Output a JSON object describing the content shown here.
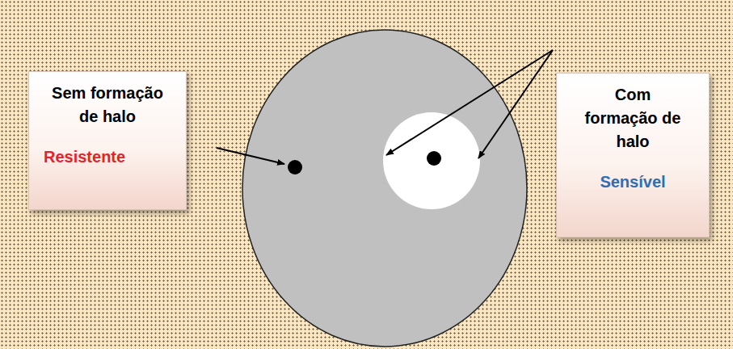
{
  "diagram": {
    "nodes": [
      {
        "text": [
          "Sem formação de halo",
          "Resistente"
        ]
      },
      {
        "text": [
          "Com formação de halo",
          "Sensível"
        ]
      }
    ]
  }
}
